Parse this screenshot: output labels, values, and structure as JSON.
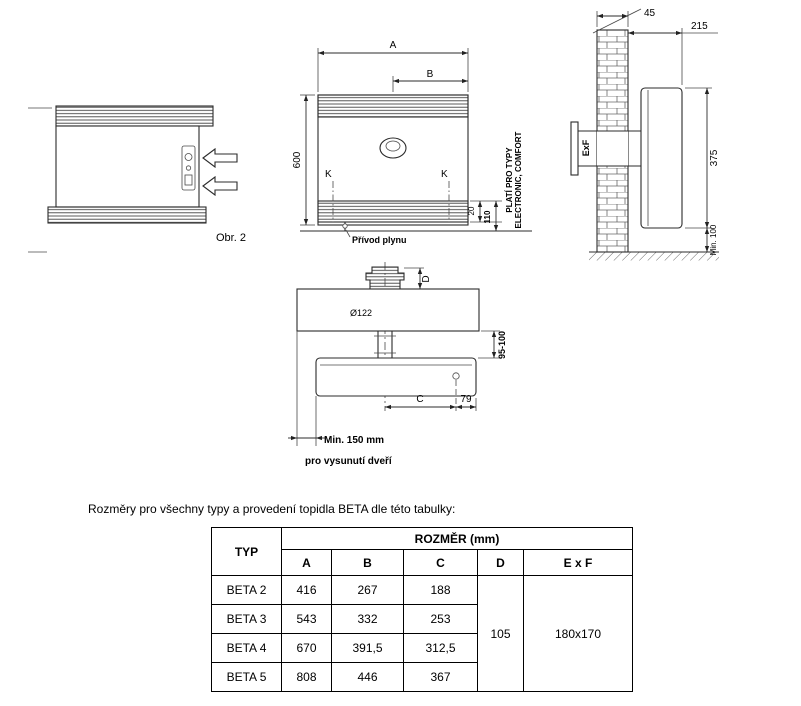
{
  "drawing": {
    "obr2_caption": "Obr. 2",
    "front_view": {
      "dim_A": "A",
      "dim_B": "B",
      "dim_600": "600",
      "K_left": "K",
      "K_right": "K",
      "dim_20": "20",
      "dim_110": "110",
      "gas_label": "Přívod plynu",
      "note_line1": "PLATÍ PRO TYPY",
      "note_line2": "ELECTRONIC, COMFORT"
    },
    "wall_section": {
      "dim_45": "45",
      "dim_215": "215",
      "duct_label": "ExF",
      "dim_375": "375",
      "dim_min100": "Min. 100"
    },
    "plan_view": {
      "flue_diameter": "Ø122",
      "dim_D": "D",
      "dim_gap": "95-100",
      "dim_C": "C",
      "dim_79": "79",
      "clearance_label": "Min. 150 mm",
      "clearance_note": "pro vysunutí dveří"
    }
  },
  "table": {
    "caption": "Rozměry pro všechny typy a provedení topidla BETA dle této tabulky:",
    "header": {
      "typ": "TYP",
      "rozmer": "ROZMĚR (mm)",
      "cols": [
        "A",
        "B",
        "C",
        "D",
        "E x F"
      ]
    },
    "rows": [
      {
        "typ": "BETA 2",
        "a": "416",
        "b": "267",
        "c": "188"
      },
      {
        "typ": "BETA 3",
        "a": "543",
        "b": "332",
        "c": "253"
      },
      {
        "typ": "BETA 4",
        "a": "670",
        "b": "391,5",
        "c": "312,5"
      },
      {
        "typ": "BETA 5",
        "a": "808",
        "b": "446",
        "c": "367"
      }
    ],
    "d_value": "105",
    "exf_value": "180x170"
  }
}
